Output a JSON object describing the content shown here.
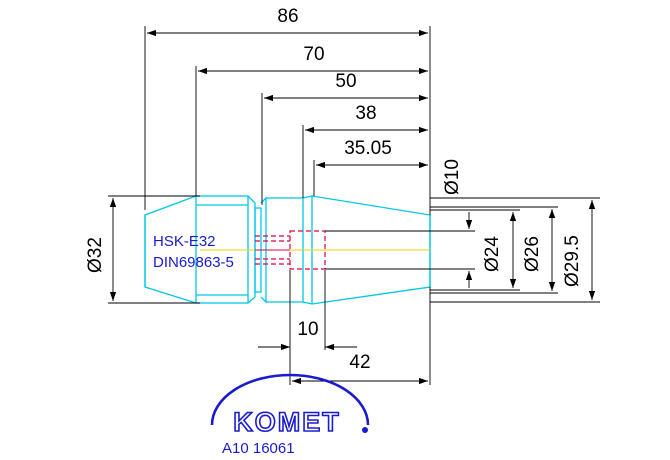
{
  "colors": {
    "outline": "#00c8e8",
    "dimension": "#000000",
    "text_blue": "#1a1ad0",
    "hidden": "#e0003c",
    "centerline": "#e8d400",
    "logo": "#1a1ad0"
  },
  "dimensions": {
    "d86": "86",
    "d70": "70",
    "d50": "50",
    "d38": "38",
    "d35": "35.05",
    "d10": "10",
    "d42": "42",
    "dia10": "Ø10",
    "dia32": "Ø32",
    "dia24": "Ø24",
    "dia26": "Ø26",
    "dia29": "Ø29.5"
  },
  "part": {
    "line1": "HSK-E32",
    "line2": "DIN69863-5"
  },
  "logo": {
    "name": "KOMET",
    "icon": "komet-arc-logo"
  },
  "code": "A10 16061"
}
